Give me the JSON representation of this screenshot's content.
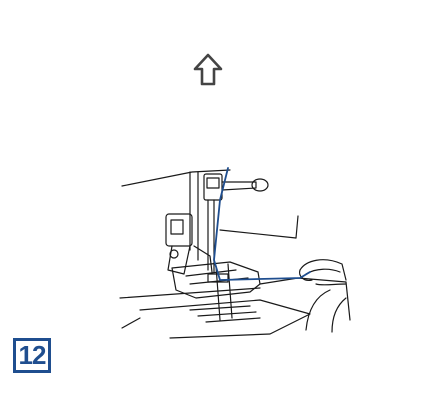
{
  "step": {
    "number": "12"
  },
  "arrow": {
    "direction": "up",
    "icon": "up-arrow-outline-icon",
    "color": "#444444"
  },
  "illustration": {
    "subject": "sewing-machine-presser-foot-with-thread",
    "line_color": "#1a1a1a",
    "thread_color": "#1f4e8f"
  },
  "colors": {
    "accent": "#1f4e8f",
    "ink": "#1a1a1a"
  }
}
